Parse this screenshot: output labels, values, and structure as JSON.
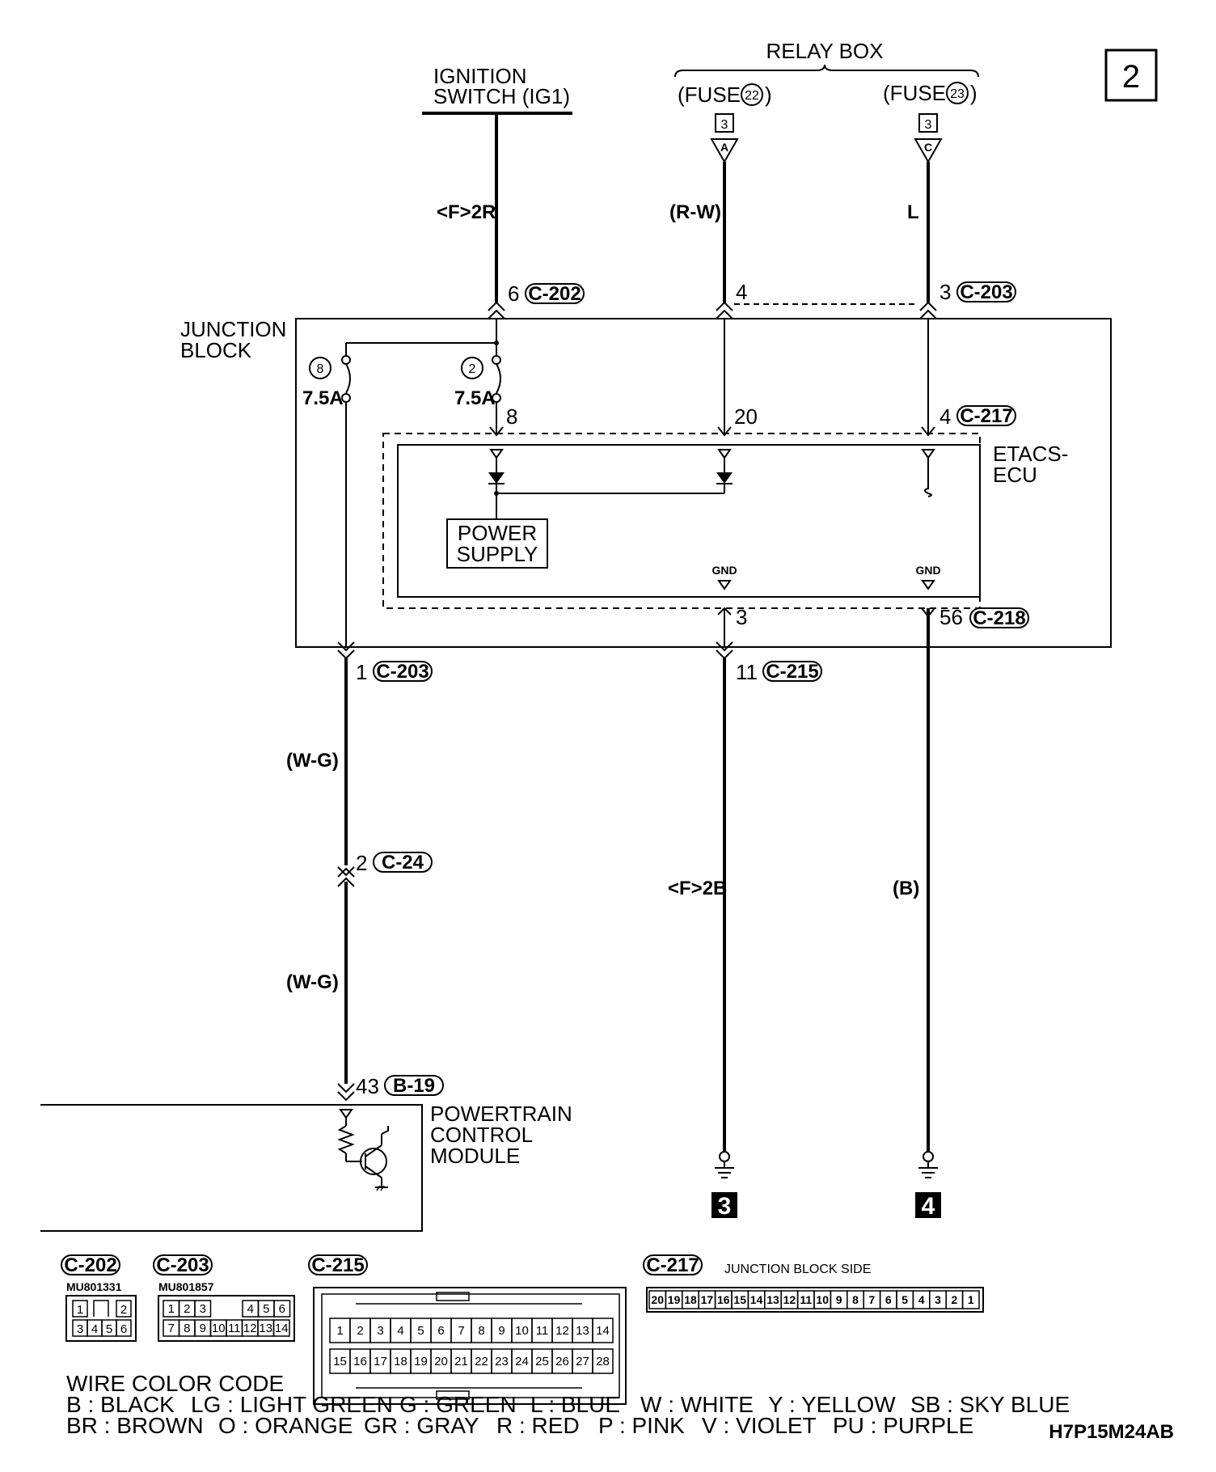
{
  "page_number": "2",
  "relay_box": {
    "title": "RELAY BOX",
    "fuse_a": "(FUSE",
    "fuse_a_num": "22",
    "fuse_b": "(FUSE",
    "fuse_b_num": "23",
    "paren_close": ")"
  },
  "ignition": {
    "line1": "IGNITION",
    "line2": "SWITCH (IG1)"
  },
  "connector_refs": {
    "a_num": "3",
    "a_letter": "A",
    "c_num": "3",
    "c_letter": "C"
  },
  "wires": {
    "w1": "<F>2R",
    "w2": "(R-W)",
    "w3": "L",
    "w4": "(W-G)",
    "w5": "(W-G)",
    "w6": "<F>2B",
    "w7": "(B)"
  },
  "pins": {
    "p6": "6",
    "c202": "C-202",
    "p4": "4",
    "p3": "3",
    "c203_top": "C-203",
    "p8": "8",
    "p20": "20",
    "p4b": "4",
    "c217": "C-217",
    "p3b": "3",
    "p56": "56",
    "c218": "C-218",
    "p1": "1",
    "c203_bot": "C-203",
    "p11": "11",
    "c215": "C-215",
    "p2": "2",
    "c24": "C-24",
    "p43": "43",
    "b19": "B-19"
  },
  "junction_block": {
    "line1": "JUNCTION",
    "line2": "BLOCK"
  },
  "fuses": {
    "f8": "8",
    "f8_rating": "7.5A",
    "f2": "2",
    "f2_rating": "7.5A"
  },
  "etacs": {
    "line1": "ETACS-",
    "line2": "ECU"
  },
  "power_supply": {
    "line1": "POWER",
    "line2": "SUPPLY"
  },
  "gnd": {
    "g1": "GND",
    "g2": "GND"
  },
  "pcm": {
    "line1": "POWERTRAIN",
    "line2": "CONTROL",
    "line3": "MODULE"
  },
  "grounds": {
    "g3": "3",
    "g4": "4"
  },
  "connectors": {
    "c202": {
      "label": "C-202",
      "part": "MU801331",
      "pins": [
        "1",
        "2",
        "3",
        "4",
        "5",
        "6"
      ]
    },
    "c203": {
      "label": "C-203",
      "part": "MU801857",
      "pins": [
        "1",
        "2",
        "3",
        "4",
        "5",
        "6",
        "7",
        "8",
        "9",
        "10",
        "11",
        "12",
        "13",
        "14"
      ]
    },
    "c215": {
      "label": "C-215",
      "pins": [
        "1",
        "2",
        "3",
        "4",
        "5",
        "6",
        "7",
        "8",
        "9",
        "10",
        "11",
        "12",
        "13",
        "14",
        "15",
        "16",
        "17",
        "18",
        "19",
        "20",
        "21",
        "22",
        "23",
        "24",
        "25",
        "26",
        "27",
        "28"
      ]
    },
    "c217": {
      "label": "C-217",
      "side": "JUNCTION BLOCK SIDE",
      "pins": [
        "20",
        "19",
        "18",
        "17",
        "16",
        "15",
        "14",
        "13",
        "12",
        "11",
        "10",
        "9",
        "8",
        "7",
        "6",
        "5",
        "4",
        "3",
        "2",
        "1"
      ]
    }
  },
  "color_code": {
    "title": "WIRE COLOR CODE",
    "row1": [
      "B : BLACK",
      "LG : LIGHT GREEN",
      "G : GREEN",
      "L : BLUE",
      "W : WHITE",
      "Y : YELLOW",
      "SB : SKY BLUE"
    ],
    "row2": [
      "BR : BROWN",
      "O : ORANGE",
      "GR : GRAY",
      "R : RED",
      "P : PINK",
      "V : VIOLET",
      "PU : PURPLE"
    ]
  },
  "diagram_code": "H7P15M24AB"
}
